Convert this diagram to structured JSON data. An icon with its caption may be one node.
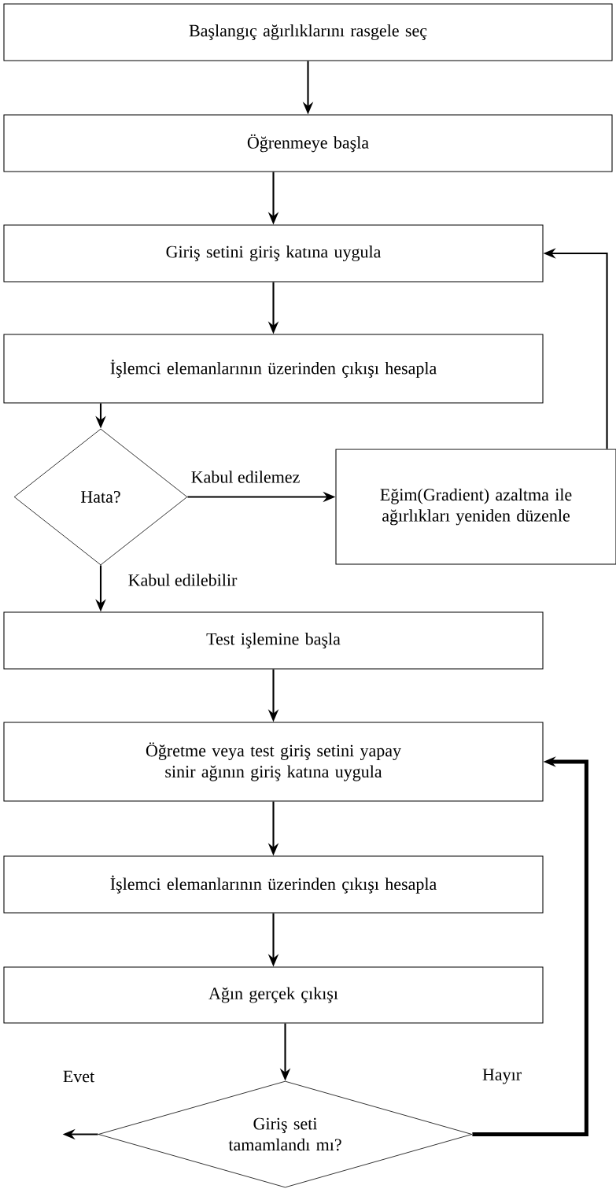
{
  "diagram": {
    "nodes": [
      {
        "text": [
          "Başlangıç ağırlıklarını rasgele seç"
        ]
      },
      {
        "text": [
          "Öğrenmeye başla"
        ]
      },
      {
        "text": [
          "Giriş setini giriş katına uygula"
        ]
      },
      {
        "text": [
          "İşlemci elemanlarının üzerinden çıkışı hesapla"
        ]
      },
      {
        "text": [
          "Hata?"
        ]
      },
      {
        "text": [
          "Eğim(Gradient) azaltma ile ağırlıkları yeniden düzenle"
        ]
      },
      {
        "text": [
          "Test işlemine başla"
        ]
      },
      {
        "text": [
          "Öğretme veya test giriş setini yapay sinir ağının giriş katına uygula"
        ]
      },
      {
        "text": [
          "İşlemci elemanlarının üzerinden çıkışı hesapla"
        ]
      },
      {
        "text": [
          "Ağın gerçek çıkışı"
        ]
      },
      {
        "text": [
          "Giriş seti tamamlandı mı?"
        ]
      }
    ],
    "edges": [
      {
        "from": 0,
        "to": 1,
        "arrow": "to"
      },
      {
        "from": 1,
        "to": 2,
        "arrow": "to"
      },
      {
        "from": 2,
        "to": 3,
        "arrow": "to"
      },
      {
        "from": 3,
        "to": 4,
        "arrow": "to"
      },
      {
        "from": 4,
        "to": 5,
        "arrow": "to",
        "label": "Kabul edilemez"
      },
      {
        "from": 5,
        "to": 2,
        "arrow": "to"
      },
      {
        "from": 4,
        "to": 6,
        "arrow": "to",
        "label": "Kabul edilebilir"
      },
      {
        "from": 6,
        "to": 7,
        "arrow": "to"
      },
      {
        "from": 7,
        "to": 8,
        "arrow": "to"
      },
      {
        "from": 8,
        "to": 9,
        "arrow": "to"
      },
      {
        "from": 9,
        "to": 10,
        "arrow": "to"
      },
      {
        "from": 10,
        "to": 7,
        "arrow": "to",
        "label": "Hayır",
        "style": "thick"
      },
      {
        "from": 10,
        "to": null,
        "arrow": "to",
        "label": "Evet"
      }
    ]
  }
}
